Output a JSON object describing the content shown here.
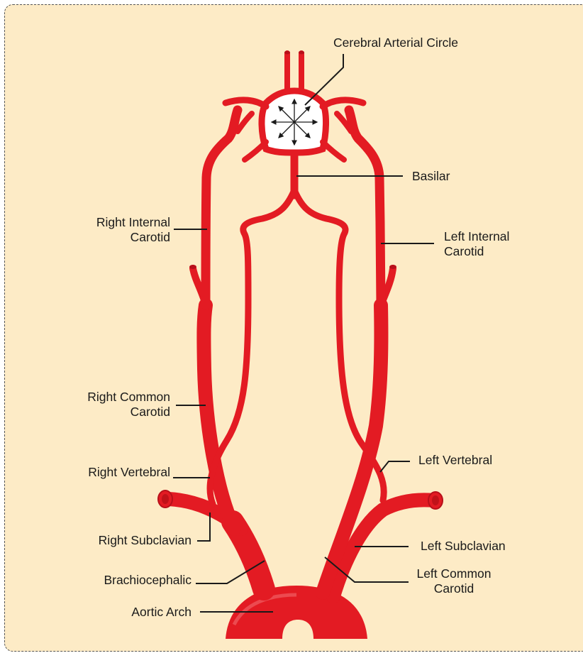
{
  "colors": {
    "background": "#fdebc6",
    "artery": "#e31b23",
    "artery_dark": "#b8101a",
    "artery_highlight": "#f26a6e",
    "leader_line": "#1a1a1a"
  },
  "labels": {
    "cerebral_arterial_circle": "Cerebral Arterial Circle",
    "basilar": "Basilar",
    "right_internal_carotid_1": "Right Internal",
    "right_internal_carotid_2": "Carotid",
    "left_internal_carotid_1": "Left Internal",
    "left_internal_carotid_2": "Carotid",
    "right_common_carotid_1": "Right Common",
    "right_common_carotid_2": "Carotid",
    "right_vertebral": "Right Vertebral",
    "left_vertebral": "Left Vertebral",
    "right_subclavian": "Right Subclavian",
    "left_subclavian": "Left Subclavian",
    "brachiocephalic": "Brachiocephalic",
    "left_common_carotid_1": "Left Common",
    "left_common_carotid_2": "Carotid",
    "aortic_arch": "Aortic Arch"
  }
}
